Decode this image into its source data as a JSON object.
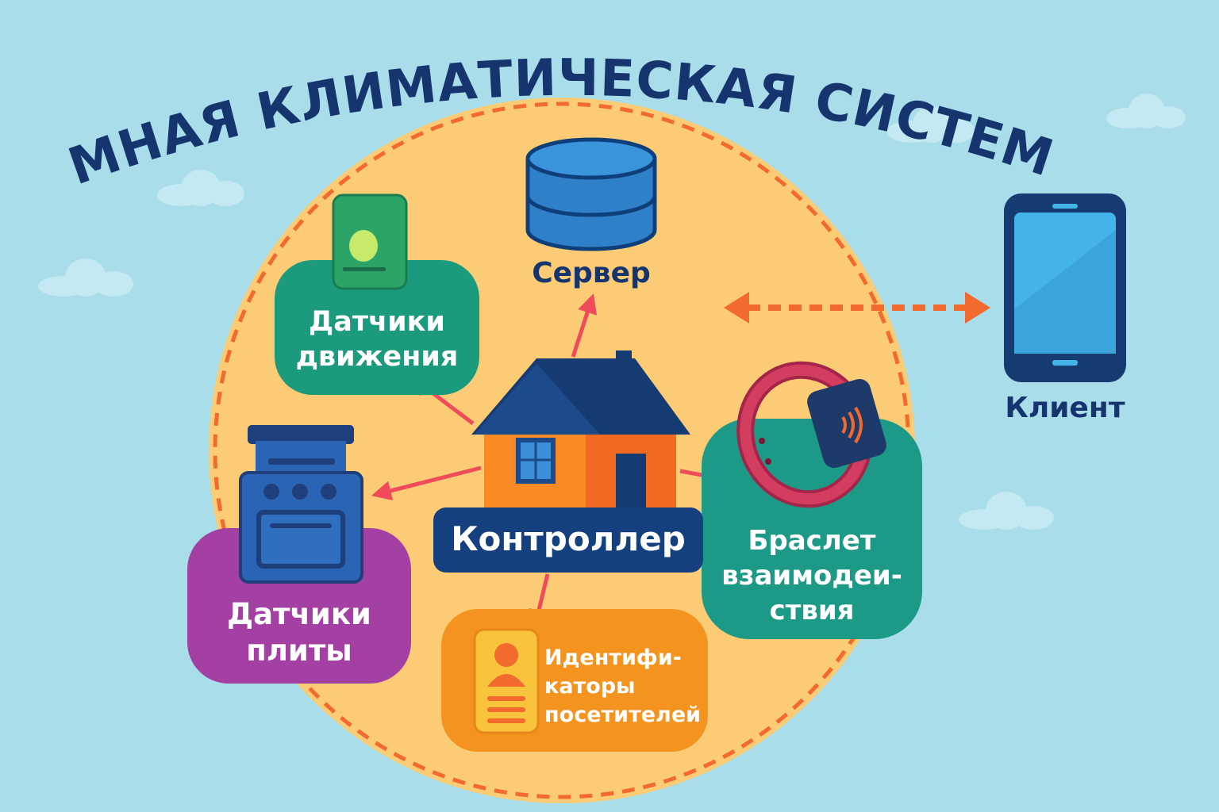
{
  "title": "УМНАЯ КЛИМАТИЧЕСКАЯ СИСТЕМА",
  "nodes": {
    "server": "Сервер",
    "motion_sensors": [
      "Датчики",
      "движения"
    ],
    "stove_sensors": [
      "Датчики",
      "плиты"
    ],
    "controller": "Контроллер",
    "bracelet": [
      "Браслет",
      "взаимодеи-",
      "ствия"
    ],
    "visitor_ids": [
      "Идентифи-",
      "каторы",
      "посетителей"
    ],
    "client": "Клиент"
  },
  "colors": {
    "background": "#a8dde9",
    "circle_fill": "#fbcc75",
    "circle_border": "#f26a2e",
    "title": "#16346e",
    "motion_box": "#1c9a7e",
    "stove_box": "#a440a4",
    "bracelet_box": "#1d9a87",
    "visitor_box": "#f4931f",
    "controller_box": "#15407f",
    "arrow_red": "#ef4b5a",
    "arrow_orange": "#f26a2e"
  }
}
